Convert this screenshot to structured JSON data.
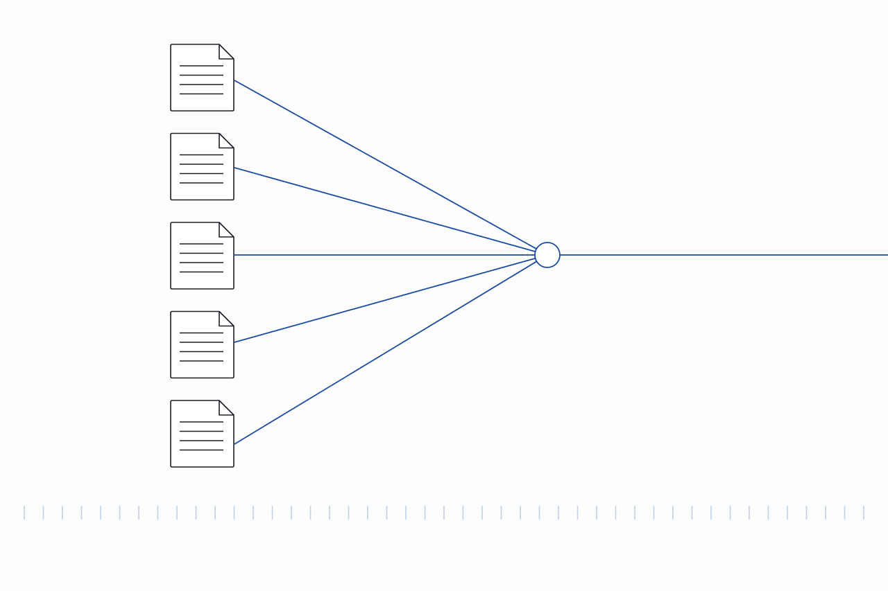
{
  "diagram": {
    "documents": [
      {
        "id": "doc-1",
        "icon": "document-icon",
        "text_lines": 4
      },
      {
        "id": "doc-2",
        "icon": "document-icon",
        "text_lines": 4
      },
      {
        "id": "doc-3",
        "icon": "document-icon",
        "text_lines": 4
      },
      {
        "id": "doc-4",
        "icon": "document-icon",
        "text_lines": 4
      },
      {
        "id": "doc-5",
        "icon": "document-icon",
        "text_lines": 4
      }
    ],
    "hub": {
      "icon": "circle-node"
    },
    "output": {
      "direction": "right"
    },
    "tick_count": 45,
    "colors": {
      "background": "#fdfdfe",
      "connector": "#1a4aa0",
      "document_stroke": "#1c1c24",
      "tick": "#c3d0e6"
    }
  }
}
